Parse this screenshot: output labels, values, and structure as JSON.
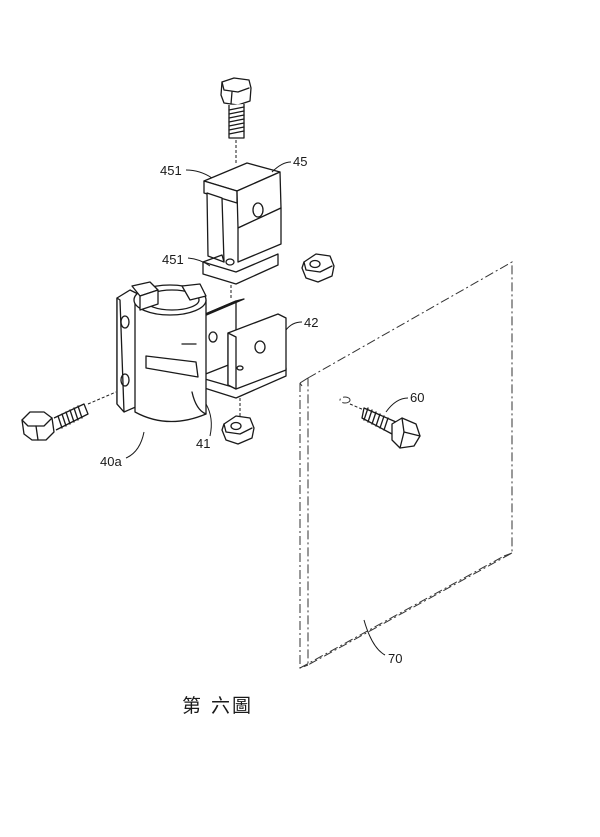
{
  "labels": {
    "l451_top": "451",
    "l45": "45",
    "l451_bottom": "451",
    "l42": "42",
    "l60": "60",
    "l41": "41",
    "l40a": "40a",
    "l70": "70"
  },
  "caption": "第 六圖"
}
